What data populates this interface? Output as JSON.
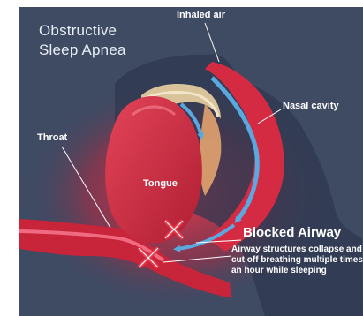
{
  "title_line1": "Obstructive",
  "title_line2": "Sleep Apnea",
  "labels": {
    "inhaled_air": "Inhaled air",
    "nasal_cavity": "Nasal cavity",
    "throat": "Throat",
    "tongue": "Tongue",
    "blocked_airway": "Blocked Airway"
  },
  "description": "Airway structures collapse and cut off breathing multiple times an hour while sleeping",
  "colors": {
    "background": "#3f4a63",
    "head_red": "#c8243a",
    "airflow_blue": "#59a8e0",
    "blocked_x": "#e8354a"
  }
}
